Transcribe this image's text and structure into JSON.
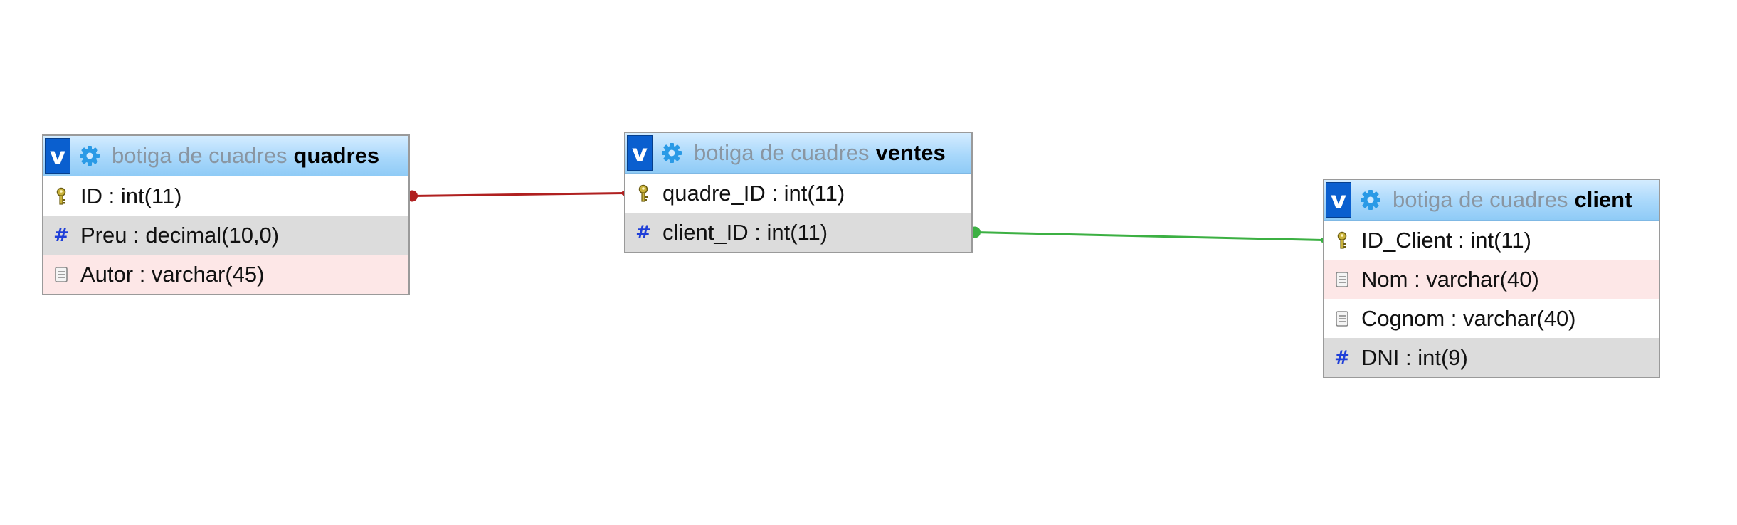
{
  "tables": [
    {
      "id": "quadres",
      "toggle": "v",
      "database": "botiga de cuadres",
      "name": "quadres",
      "columns": [
        {
          "text": "ID : int(11)",
          "icon": "key-icon",
          "bg": "white"
        },
        {
          "text": "Preu : decimal(10,0)",
          "icon": "numeric-icon",
          "bg": "gray"
        },
        {
          "text": "Autor : varchar(45)",
          "icon": "text-field-icon",
          "bg": "pink"
        }
      ]
    },
    {
      "id": "ventes",
      "toggle": "v",
      "database": "botiga de cuadres",
      "name": "ventes",
      "columns": [
        {
          "text": "quadre_ID : int(11)",
          "icon": "key-icon",
          "bg": "white"
        },
        {
          "text": "client_ID : int(11)",
          "icon": "numeric-icon",
          "bg": "gray"
        }
      ]
    },
    {
      "id": "client",
      "toggle": "v",
      "database": "botiga de cuadres",
      "name": "client",
      "columns": [
        {
          "text": "ID_Client : int(11)",
          "icon": "key-icon",
          "bg": "white"
        },
        {
          "text": "Nom : varchar(40)",
          "icon": "text-field-icon",
          "bg": "pink"
        },
        {
          "text": "Cognom : varchar(40)",
          "icon": "text-field-icon",
          "bg": "white"
        },
        {
          "text": "DNI : int(9)",
          "icon": "numeric-icon",
          "bg": "gray"
        }
      ]
    }
  ],
  "relations": [
    {
      "from": "quadres.ID",
      "to": "ventes.quadre_ID",
      "color": "#b02020"
    },
    {
      "from": "ventes.client_ID",
      "to": "client.ID_Client",
      "color": "#3cb043"
    }
  ],
  "colors": {
    "header_gradient_top": "#d4ecff",
    "header_gradient_bottom": "#8fcbf6",
    "toggle_button": "#0a5fcf",
    "gear": "#2a9ae6",
    "row_gray": "#dcdcdc",
    "row_pink": "#fde7e7"
  }
}
